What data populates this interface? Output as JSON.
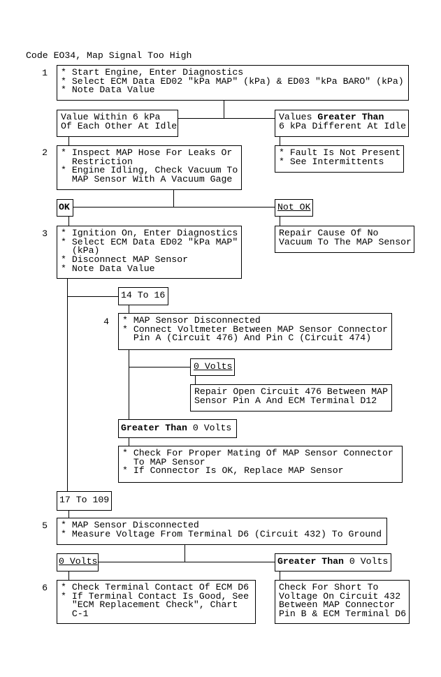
{
  "title": "Code EO34, Map Signal Too High",
  "steps": {
    "s1": {
      "num": "1",
      "lines": [
        "* Start Engine, Enter Diagnostics",
        "* Select ECM Data ED02 \"kPa MAP\" (kPa) & ED03 \"kPa BARO\" (kPa)",
        "* Note Data Value"
      ]
    },
    "r1a": {
      "lines": [
        "Value Within 6 kPa",
        "Of Each Other At Idle"
      ]
    },
    "r1b": {
      "bold": "Greater Than",
      "pre": "Values ",
      "line2": "6 kPa Different At Idle"
    },
    "fault": {
      "lines": [
        "* Fault Is Not Present",
        "* See Intermittents"
      ]
    },
    "s2": {
      "num": "2",
      "lines": [
        "* Inspect MAP Hose For Leaks Or",
        "  Restriction",
        "* Engine Idling, Check Vacuum To",
        "  MAP Sensor With A Vacuum Gage"
      ]
    },
    "ok": "OK",
    "notok": "Not OK",
    "repair_vac": {
      "lines": [
        "Repair Cause Of No",
        "Vacuum To The MAP Sensor"
      ]
    },
    "s3": {
      "num": "3",
      "lines": [
        "* Ignition On, Enter Diagnostics",
        "* Select ECM Data ED02 \"kPa MAP\"",
        "  (kPa)",
        "* Disconnect MAP Sensor",
        "* Note Data Value"
      ]
    },
    "r3a": "14 To 16",
    "s4": {
      "num": "4",
      "lines": [
        "* MAP Sensor Disconnected",
        "* Connect Voltmeter Between MAP Sensor Connector",
        "  Pin A (Circuit 476) And Pin C (Circuit 474)"
      ]
    },
    "r4a": "0 Volts",
    "repair_476": {
      "lines": [
        "Repair Open Circuit 476 Between MAP",
        "Sensor Pin A And ECM Terminal D12"
      ]
    },
    "r4b": {
      "bold": "Greater Than",
      "rest": " 0 Volts"
    },
    "mating": {
      "lines": [
        "* Check For Proper Mating Of MAP Sensor Connector",
        "  To MAP Sensor",
        "* If Connector Is OK, Replace MAP Sensor"
      ]
    },
    "r3b": "17 To 109",
    "s5": {
      "num": "5",
      "lines": [
        "* MAP Sensor Disconnected",
        "* Measure Voltage From Terminal D6 (Circuit 432) To Ground"
      ]
    },
    "r5a": "0 Volts",
    "r5b": {
      "bold": "Greater Than",
      "rest": " 0 Volts"
    },
    "s6": {
      "num": "6",
      "lines": [
        "* Check Terminal Contact Of ECM D6",
        "* If Terminal Contact Is Good, See",
        "  \"ECM Replacement Check\", Chart",
        "  C-1"
      ]
    },
    "short": {
      "lines": [
        "Check For Short To",
        "Voltage On Circuit 432",
        "Between MAP Connector",
        "Pin B & ECM Terminal D6"
      ]
    }
  }
}
